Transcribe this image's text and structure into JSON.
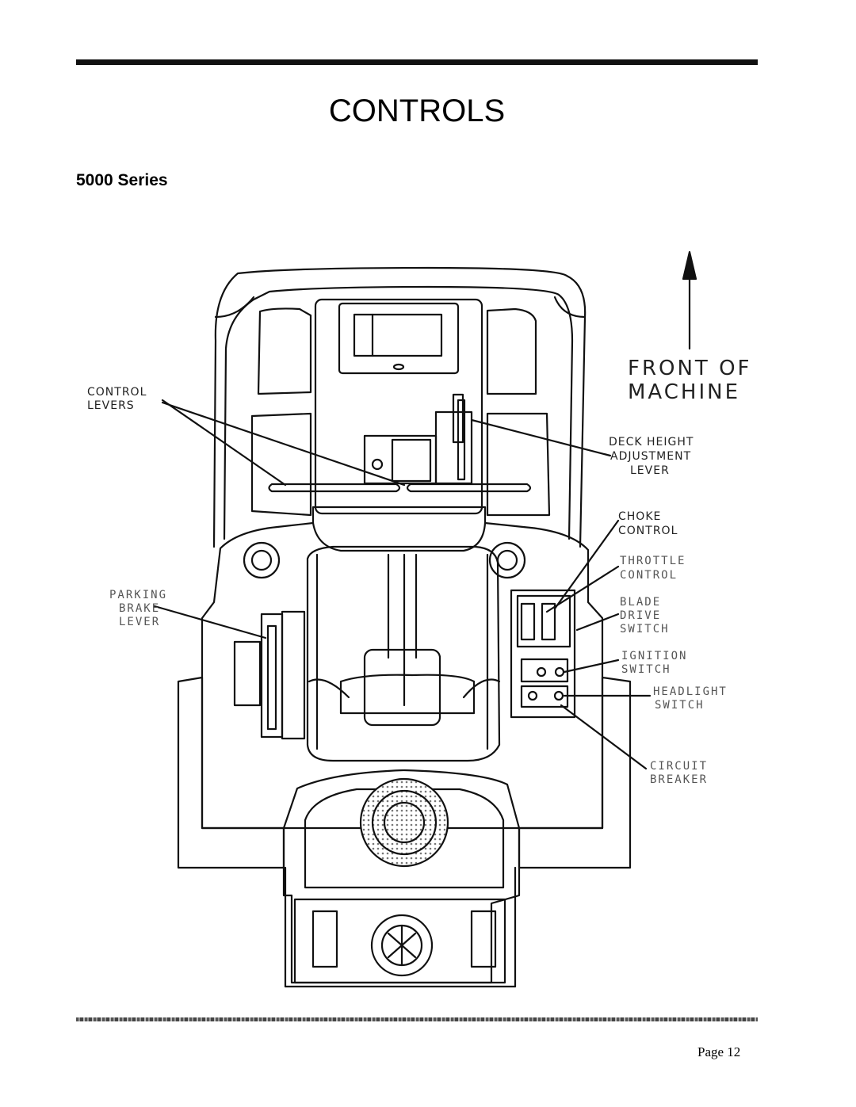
{
  "header": {
    "title": "CONTROLS",
    "section": "5000 Series"
  },
  "diagram": {
    "front_label_line1": "FRONT OF",
    "front_label_line2": "MACHINE",
    "labels": {
      "control_levers": [
        "CONTROL",
        "LEVERS"
      ],
      "deck_height": [
        "DECK HEIGHT",
        "ADJUSTMENT",
        "LEVER"
      ],
      "choke": [
        "CHOKE",
        "CONTROL"
      ],
      "throttle": [
        "THROTTLE",
        "CONTROL"
      ],
      "blade_drive": [
        "BLADE",
        "DRIVE",
        "SWITCH"
      ],
      "ignition": [
        "IGNITION",
        "SWITCH"
      ],
      "headlight": [
        "HEADLIGHT",
        "SWITCH"
      ],
      "circuit_breaker": [
        "CIRCUIT",
        "BREAKER"
      ],
      "parking_brake": [
        "PARKING",
        "BRAKE",
        "LEVER"
      ]
    }
  },
  "footer": {
    "page": "Page 12"
  }
}
